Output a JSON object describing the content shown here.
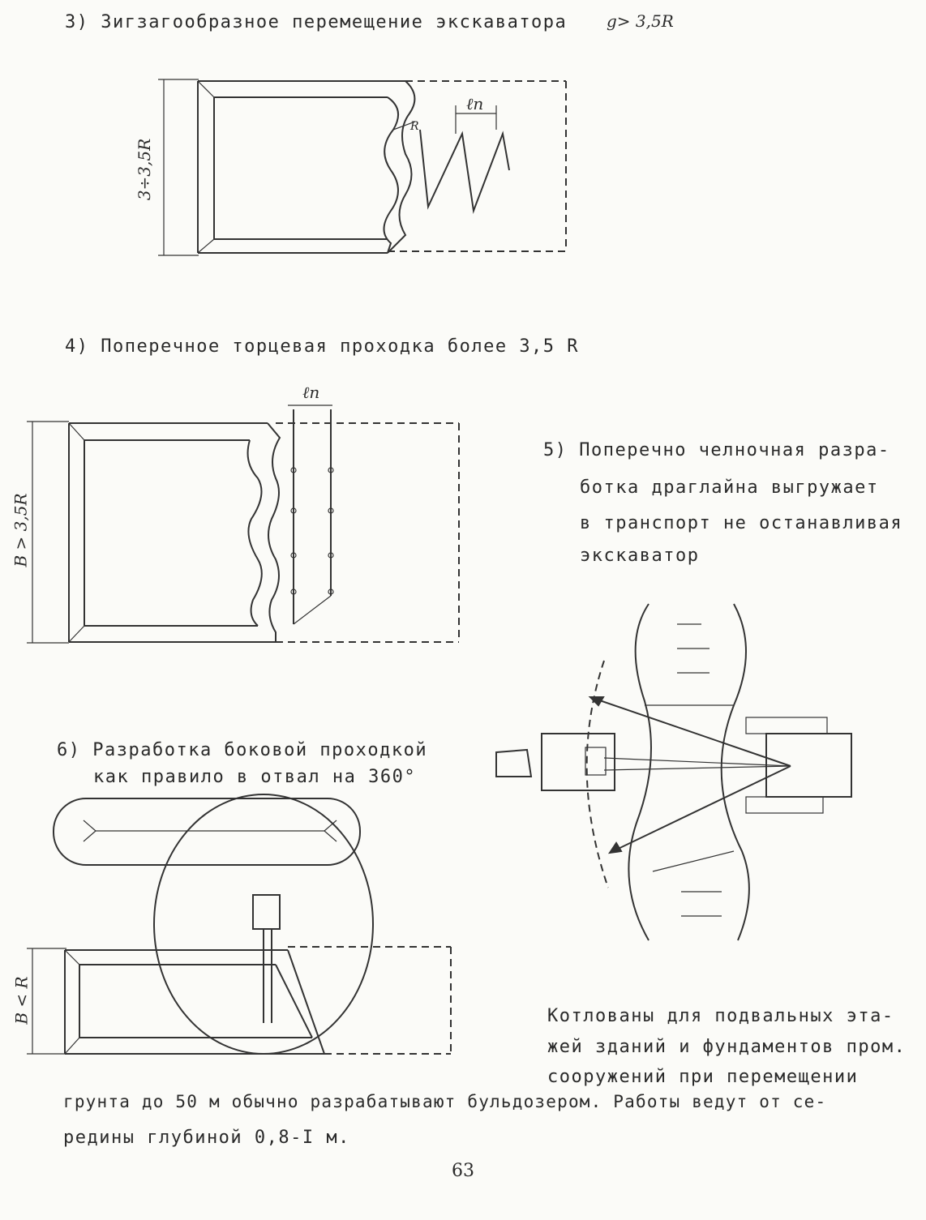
{
  "section3": {
    "title": "3) Зигзагообразное перемещение экскаватора",
    "note": "g> 3,5R",
    "dim_side": "3÷3,5R",
    "label_R": "R",
    "label_ln": "ℓп"
  },
  "section4": {
    "title": "4) Поперечное торцевая проходка более 3,5 R",
    "dim_side": "B > 3,5R",
    "label_ln": "ℓп"
  },
  "section5": {
    "lines": [
      "5) Поперечно челночная разра-",
      "ботка драглайна выгружает",
      "в транспорт не останавливая",
      "экскаватор"
    ]
  },
  "section6": {
    "lines": [
      "6) Разработка боковой проходкой",
      "как правило в отвал на 360°"
    ],
    "dim_side": "B < R"
  },
  "bottom_text": {
    "lines_right": [
      "Котлованы для подвальных эта-",
      "жей зданий и фундаментов пром.",
      "сооружений при перемещении"
    ],
    "lines_full": [
      "грунта до 50 м обычно разрабатывают бульдозером. Работы ведут от се-",
      "редины глубиной 0,8-I м."
    ]
  },
  "page_number": "63"
}
